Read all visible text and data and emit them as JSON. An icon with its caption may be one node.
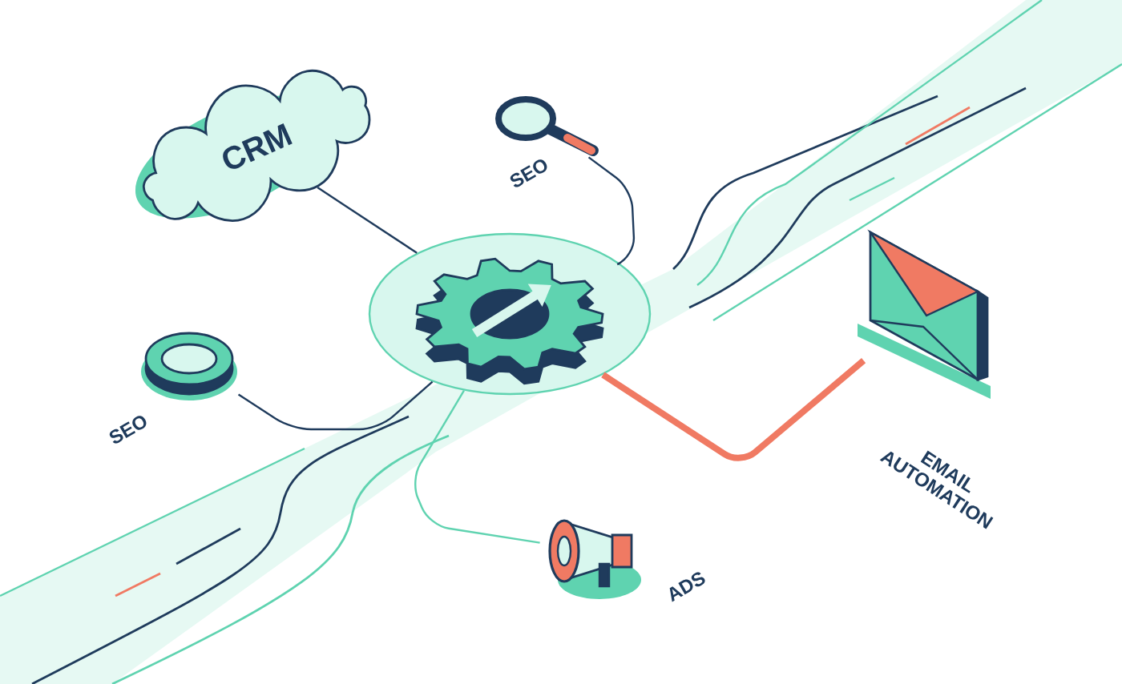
{
  "diagram": {
    "nodes": [
      {
        "text": [],
        "shape": "picture"
      },
      {
        "text": [
          "CRM"
        ]
      },
      {
        "text": [],
        "shape": "picture",
        "beside": [
          "SEO"
        ]
      },
      {
        "text": [],
        "shape": "picture",
        "beside": [
          "SEO"
        ]
      },
      {
        "text": [],
        "shape": "picture",
        "beside": [
          "EMAIL AUTOMATION"
        ]
      },
      {
        "text": [],
        "shape": "picture",
        "beside": [
          "ADS"
        ]
      }
    ],
    "edges": [
      {
        "from": 1,
        "to": 0,
        "arrow": "none"
      },
      {
        "from": 2,
        "to": 0,
        "arrow": "none"
      },
      {
        "from": 3,
        "to": 0,
        "arrow": "none"
      },
      {
        "from": 4,
        "to": 0,
        "arrow": "none",
        "style": "thick",
        "color": "#f07a63"
      },
      {
        "from": 5,
        "to": 0,
        "arrow": "none",
        "color": "#5fd3b0"
      }
    ]
  }
}
